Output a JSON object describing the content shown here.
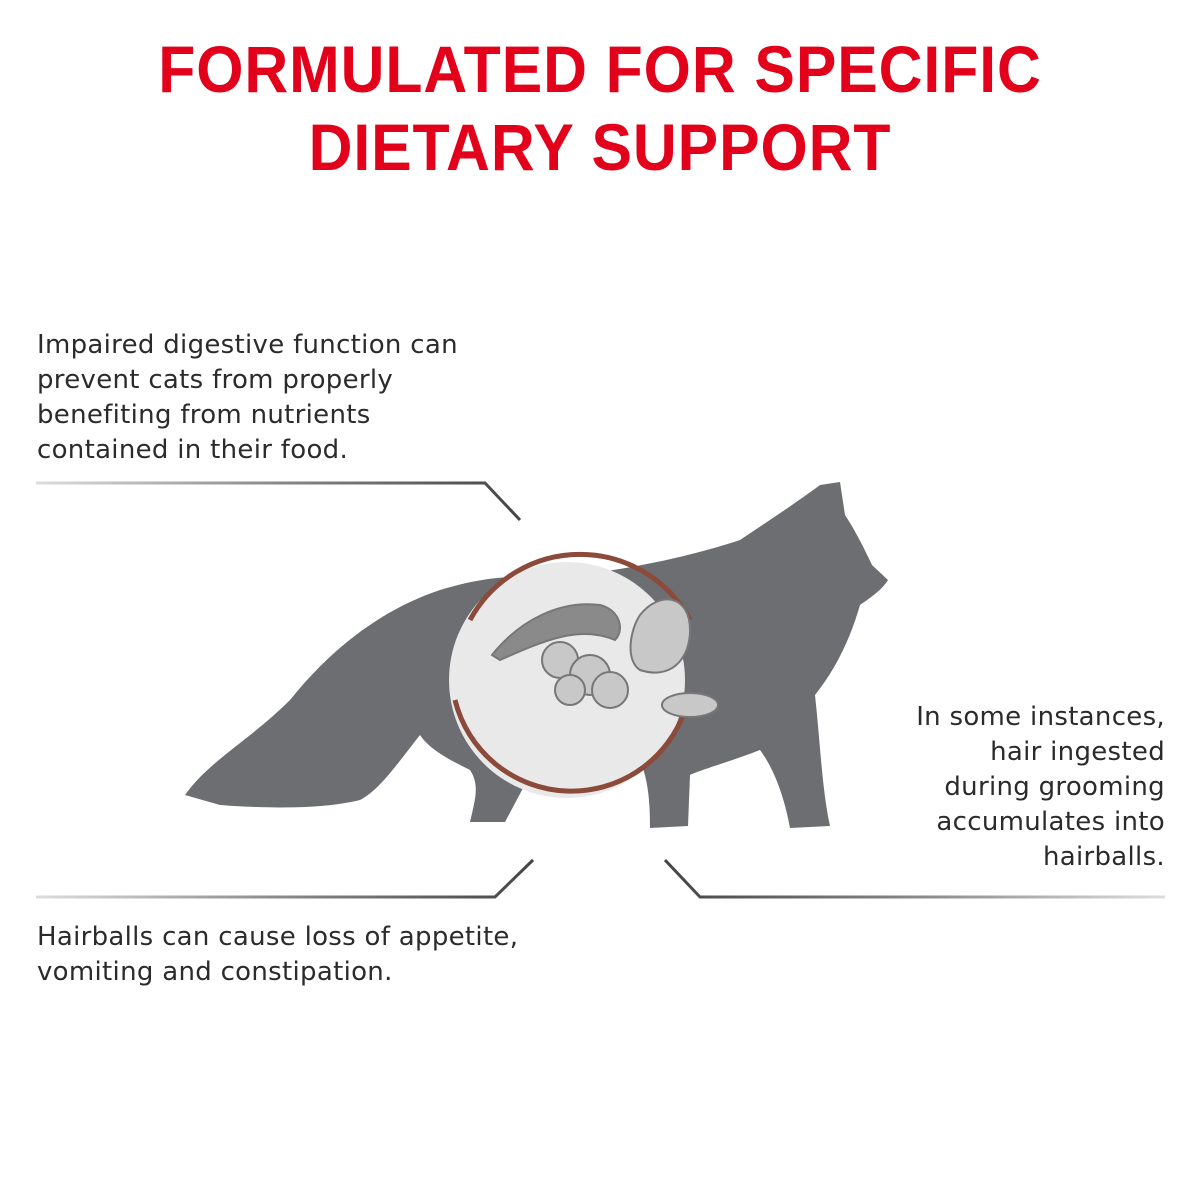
{
  "title": {
    "line1": "FORMULATED FOR SPECIFIC",
    "line2": "DIETARY SUPPORT"
  },
  "callouts": {
    "digestive": [
      "Impaired digestive function can",
      "prevent cats from properly",
      "benefiting from nutrients",
      "contained in their food."
    ],
    "hairballs_effects": [
      "Hairballs can cause loss of appetite,",
      "vomiting and constipation."
    ],
    "hair_ingested": [
      "In some instances,",
      "hair ingested",
      "during grooming",
      "accumulates into",
      "hairballs."
    ]
  },
  "colors": {
    "title": "#e2001a",
    "cat": "#6d6e71",
    "arc": "#8b4a3a",
    "text": "#2b2b2b"
  }
}
